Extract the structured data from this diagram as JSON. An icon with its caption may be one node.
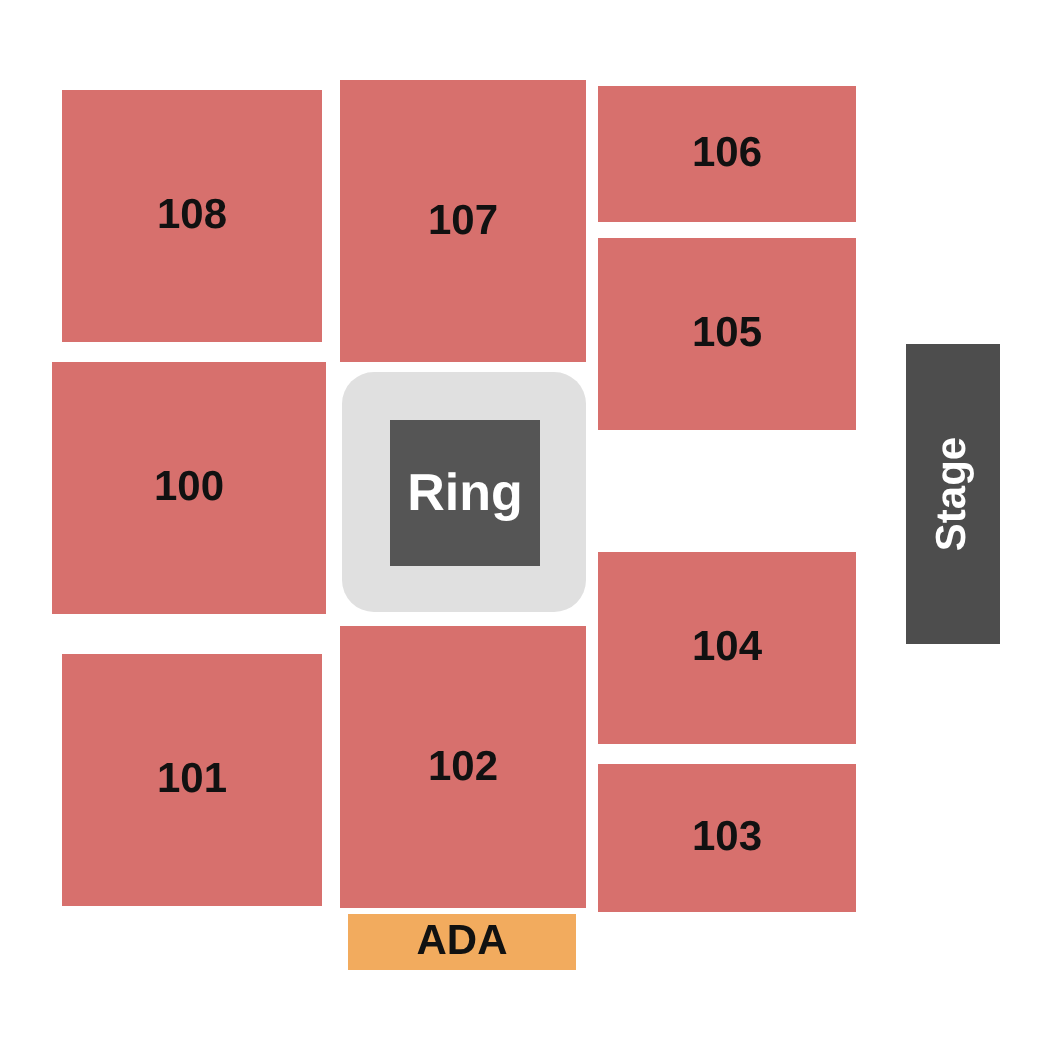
{
  "diagram": {
    "nodes": [
      {
        "text": [
          "108"
        ]
      },
      {
        "text": [
          "107"
        ]
      },
      {
        "text": [
          "106"
        ]
      },
      {
        "text": [
          "105"
        ]
      },
      {
        "text": [
          "100"
        ]
      },
      {
        "text": [],
        "shape": "box"
      },
      {
        "text": [
          "Ring"
        ],
        "in": 5
      },
      {
        "text": [
          "Stage"
        ]
      },
      {
        "text": [
          "104"
        ]
      },
      {
        "text": [
          "101"
        ]
      },
      {
        "text": [
          "102"
        ]
      },
      {
        "text": [
          "103"
        ]
      },
      {
        "text": [
          "ADA"
        ]
      }
    ]
  }
}
